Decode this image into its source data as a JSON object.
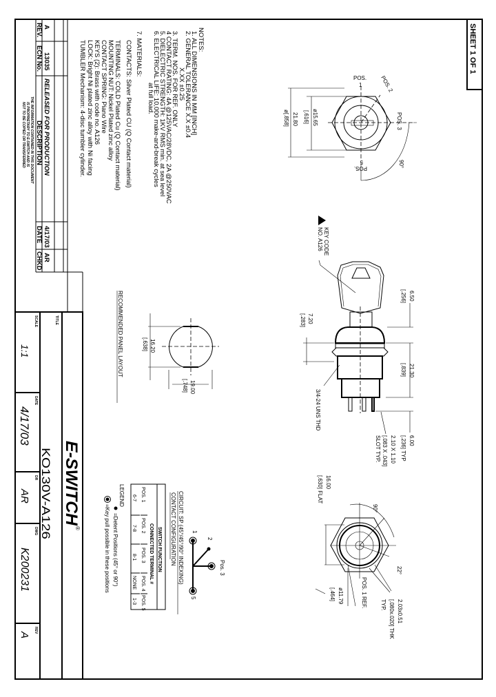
{
  "sheet": "SHEET 1 OF 1",
  "notes": {
    "title": "NOTES:",
    "lines": [
      "1. ALL DIMENSIONS IN MM [INCH]",
      "2. GENERAL TOLERANCE X.X ±0.4",
      "X.XX ±0.25",
      "3. TERM. NOS. FOR REF. ONLY",
      "4 CONTACT RATING: 4A @125VAC/28VDC, 2A @250VAC",
      "5. DIELECTRIC STRENGTH: 1KV RMS min. at sea level",
      "6. ELECTRICAL LIFE: 10,000 make-and-break cycles",
      "at full load.",
      "7. MATERIALS:",
      "CONTACTS: Silver Plated CU (Q Contact material)",
      "TERMINALS: COLD Plated Cu (Q Contact material)",
      "MOUNTING NUT: Nickel Plated zinc alloy",
      "CONTACT SPRING: Piano Wire",
      "KEYS (2): Brass with code no. A126",
      "LOCK: Bright Ni plated zinc alloy with Ni facing",
      "TUMBLER Mechanism: 4-disc tumbler cylinder."
    ]
  },
  "revision": {
    "headers": [
      "REV.",
      "ECN No.",
      "DESCRIPTION",
      "DATE",
      "CHKD"
    ],
    "row": [
      "A",
      "13035",
      "RELEASED FOR PRODUCTION",
      "4/17/03",
      "AR"
    ],
    "disclaimer": [
      "THE INFORMATION CONTAINED IN THIS DOCUMENT",
      "IS PROPRIETARY TO E-SWITCH AND IS",
      "NOT TO BE COPIED OR TRANSFERRED"
    ]
  },
  "title_block": {
    "logo": "E-SWITCH",
    "logo_mark": "®",
    "title_label": "TITLE",
    "title": "KO130V-A126",
    "scale_label": "SCALE",
    "scale": "1:1",
    "date_label": "DATE",
    "date": "4/17/03",
    "dr_label": "DR",
    "dr": "AR",
    "dwg_label": "DWG",
    "dwg": "K200231",
    "rev_label": "REV",
    "rev": "A"
  },
  "front_view": {
    "pos1": "POS.",
    "pos1_num": "1",
    "pos2": "POS. 2",
    "pos3": "POS. 3",
    "pos5": "POS.",
    "pos5_num": "5",
    "angle": "90°",
    "dia_mm": "ø15.65",
    "dia_in": "[.616]",
    "hex_mm": "21.80",
    "hex_in": "ø[.858]"
  },
  "side_view": {
    "key_code_1": "KEY CODE",
    "key_code_2": "NO. A126",
    "d1_mm": "6.50",
    "d1_in": "[.256]",
    "d2_mm": "7.20",
    "d2_in": "[.283]",
    "d3_mm": "21.30",
    "d3_in": "[.839]",
    "thread": "3/4-24 UNS THD",
    "d4_mm": "6.00",
    "d4_in": "[.236] TYP",
    "slot_mm": "2.10 X 1.10",
    "slot_in": "[.083 X .043]",
    "slot_note": "SLOT TYP."
  },
  "bottom_view": {
    "flat_mm": "16.00",
    "flat_in": "[.630] FLAT",
    "angle_90": "90°",
    "angle_22": "22°",
    "pos1_ref": "POS. 1 REF.",
    "dia_mm": "ø11.79",
    "dia_in": "[.464]",
    "term_mm": "2.03x0.51",
    "term_in": "[.080x.020]  THK",
    "term_note": "TYP."
  },
  "panel_layout": {
    "title": "RECOMMENDED PANEL LAYOUT",
    "h_mm": "16.20",
    "h_in": "[.638]",
    "w_mm": "19.00",
    "w_in": "[.748]"
  },
  "circuit": {
    "title": "CIRCUIT: SP (45°/45°/90° INDEXING)",
    "subtitle": "CONTACT CONFIGURATION",
    "labels": [
      "1",
      "2",
      "Pos. 3",
      "5"
    ],
    "table": {
      "header": "SWITCH FUNCTION",
      "subheader": "CONNECTED TERMINAL #",
      "positions": [
        "POS. 1",
        "POS. 2",
        "POS. 3",
        "POS. 4",
        "POS. 5"
      ],
      "terminals": [
        "6-7",
        "7-8",
        "8-1",
        "NONE",
        "1-3"
      ]
    }
  },
  "legend": {
    "title": "LEGEND",
    "items": [
      {
        "symbol": "dot",
        "text": "=Detent Positions (45° or 90°)"
      },
      {
        "symbol": "ringed-dot",
        "text": "=Key pull possible in these positions"
      }
    ]
  }
}
